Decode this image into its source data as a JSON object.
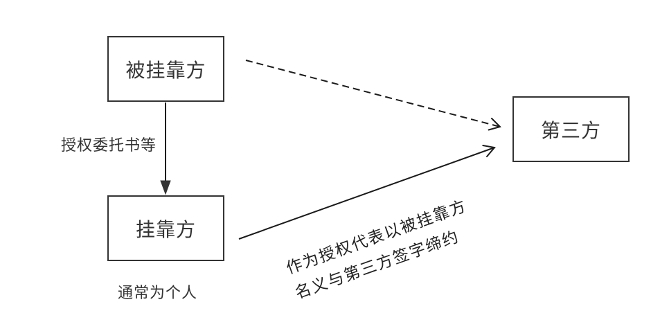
{
  "nodes": {
    "principal": {
      "label": "被挂靠方"
    },
    "affiliate": {
      "label": "挂靠方"
    },
    "third_party": {
      "label": "第三方"
    }
  },
  "edges": {
    "authorization": {
      "label": "授权委托书等",
      "dashed": false
    },
    "principal_to_third_party": {
      "dashed": true
    },
    "affiliate_to_third_party": {
      "label_lines": [
        "作为授权代表以被挂靠方",
        "名义与第三方签字缔约"
      ],
      "dashed": false
    }
  },
  "annotations": {
    "affiliate_note": "通常为个人"
  },
  "colors": {
    "background": "#ffffff",
    "border": "#333333",
    "text": "#333333",
    "edge": "#1a1a1a"
  }
}
